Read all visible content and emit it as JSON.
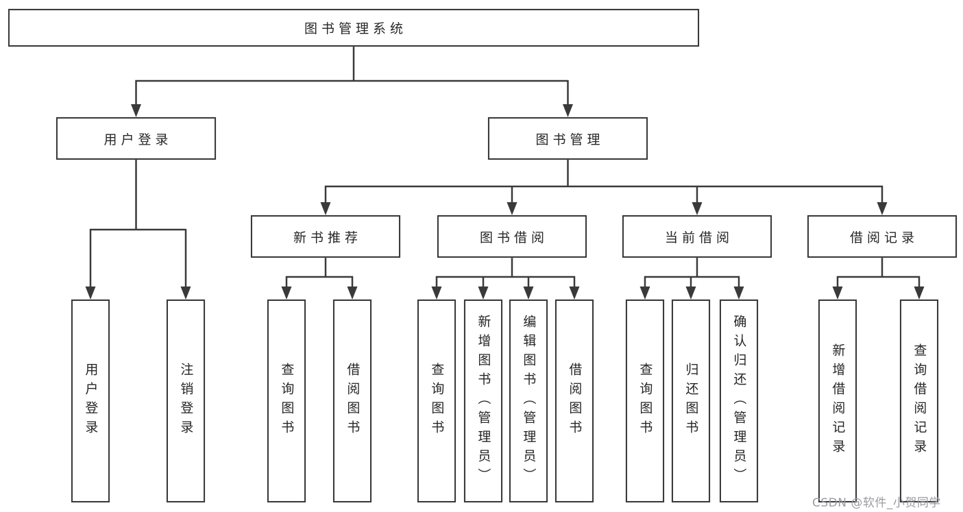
{
  "diagram": {
    "title_node": {
      "label": "图书管理系统"
    },
    "level2": [
      {
        "label": "用户登录"
      },
      {
        "label": "图书管理"
      }
    ],
    "level3": [
      {
        "label": "新书推荐"
      },
      {
        "label": "图书借阅"
      },
      {
        "label": "当前借阅"
      },
      {
        "label": "借阅记录"
      }
    ],
    "leaves": [
      {
        "parent": "用户登录",
        "label": "用户登录"
      },
      {
        "parent": "用户登录",
        "label": "注销登录"
      },
      {
        "parent": "新书推荐",
        "label": "查询图书"
      },
      {
        "parent": "新书推荐",
        "label": "借阅图书"
      },
      {
        "parent": "图书借阅",
        "label": "查询图书"
      },
      {
        "parent": "图书借阅",
        "label": "新增图书（管理员）"
      },
      {
        "parent": "图书借阅",
        "label": "编辑图书（管理员）"
      },
      {
        "parent": "图书借阅",
        "label": "借阅图书"
      },
      {
        "parent": "当前借阅",
        "label": "查询图书"
      },
      {
        "parent": "当前借阅",
        "label": "归还图书"
      },
      {
        "parent": "当前借阅",
        "label": "确认归还（管理员）"
      },
      {
        "parent": "借阅记录",
        "label": "新增借阅记录"
      },
      {
        "parent": "借阅记录",
        "label": "查询借阅记录"
      }
    ],
    "colors": {
      "line": "#3a3a3a",
      "text": "#262626",
      "box_background": "#ffffff",
      "watermark": "#9b9ba1"
    }
  },
  "watermark": {
    "text": "CSDN @软件_小贺同学"
  }
}
